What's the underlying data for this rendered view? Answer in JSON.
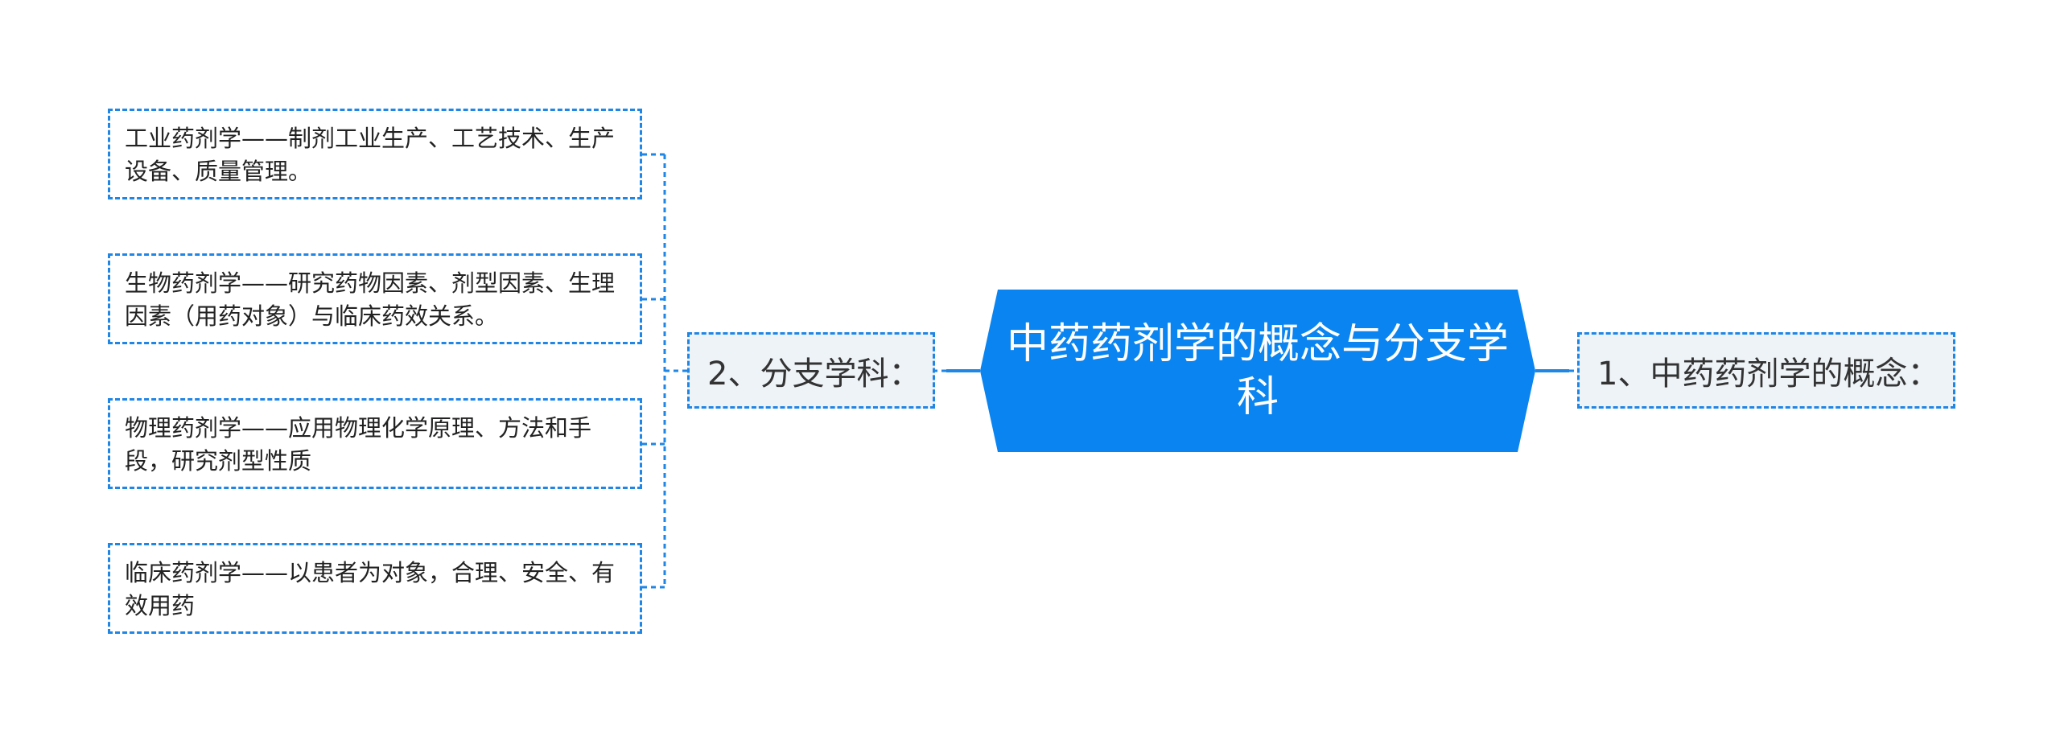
{
  "colors": {
    "accent": "#0a84f0",
    "branch_bg": "#eef3f7",
    "line": "#1f86e6"
  },
  "center": {
    "title": "中药药剂学的概念与分支学科"
  },
  "branches": {
    "left": "2、分支学科：",
    "right": "1、中药药剂学的概念："
  },
  "leaves": [
    "工业药剂学——制剂工业生产、工艺技术、生产设备、质量管理。",
    "生物药剂学——研究药物因素、剂型因素、生理因素（用药对象）与临床药效关系。",
    "物理药剂学——应用物理化学原理、方法和手段，研究剂型性质",
    "临床药剂学——以患者为对象，合理、安全、有效用药"
  ]
}
